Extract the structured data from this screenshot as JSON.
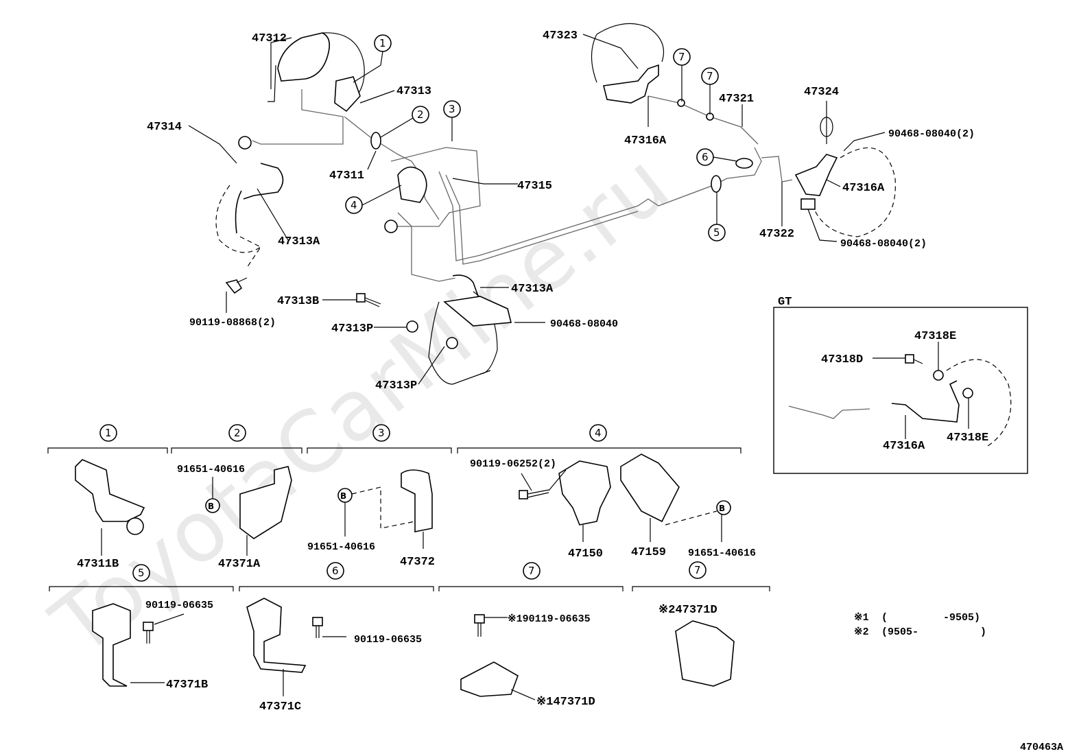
{
  "watermark": "ToyotaCarMine.ru",
  "figure_code": "470463A",
  "gt_box_label": "GT",
  "notes": [
    {
      "mark": "※1",
      "text": "(         -9505)"
    },
    {
      "mark": "※2",
      "text": "(9505-          )"
    }
  ],
  "callouts": [
    "1",
    "2",
    "3",
    "4",
    "5",
    "6",
    "7"
  ],
  "part_labels": {
    "p47312": "47312",
    "p47313": "47313",
    "p47314": "47314",
    "p47311": "47311",
    "p47315": "47315",
    "p47313A_left": "47313A",
    "p90119_08868": "90119-08868(2)",
    "p47313B": "47313B",
    "p47313P_a": "47313P",
    "p47313P_b": "47313P",
    "p47313A_mid": "47313A",
    "p90468_08040_mid": "90468-08040",
    "p47323": "47323",
    "p47316A_top": "47316A",
    "p47321": "47321",
    "p47324": "47324",
    "p90468_08040_2a": "90468-08040(2)",
    "p47316A_right": "47316A",
    "p47322": "47322",
    "p90468_08040_2b": "90468-08040(2)",
    "p47318E_top": "47318E",
    "p47318D": "47318D",
    "p47316A_gt": "47316A",
    "p47318E_bot": "47318E",
    "p47311B": "47311B",
    "p91651_40616_a": "91651-40616",
    "p47371A": "47371A",
    "p91651_40616_b": "91651-40616",
    "p47372": "47372",
    "p90119_06252": "90119-06252(2)",
    "p47150": "47150",
    "p47159": "47159",
    "p91651_40616_c": "91651-40616",
    "p90119_06635_a": "90119-06635",
    "p47371B": "47371B",
    "p90119_06635_b": "90119-06635",
    "p47371C": "47371C",
    "p90119_06635_c": "※190119-06635",
    "p47371D_bot": "※147371D",
    "p47371D_top": "※247371D"
  },
  "bolt_mark": "B"
}
